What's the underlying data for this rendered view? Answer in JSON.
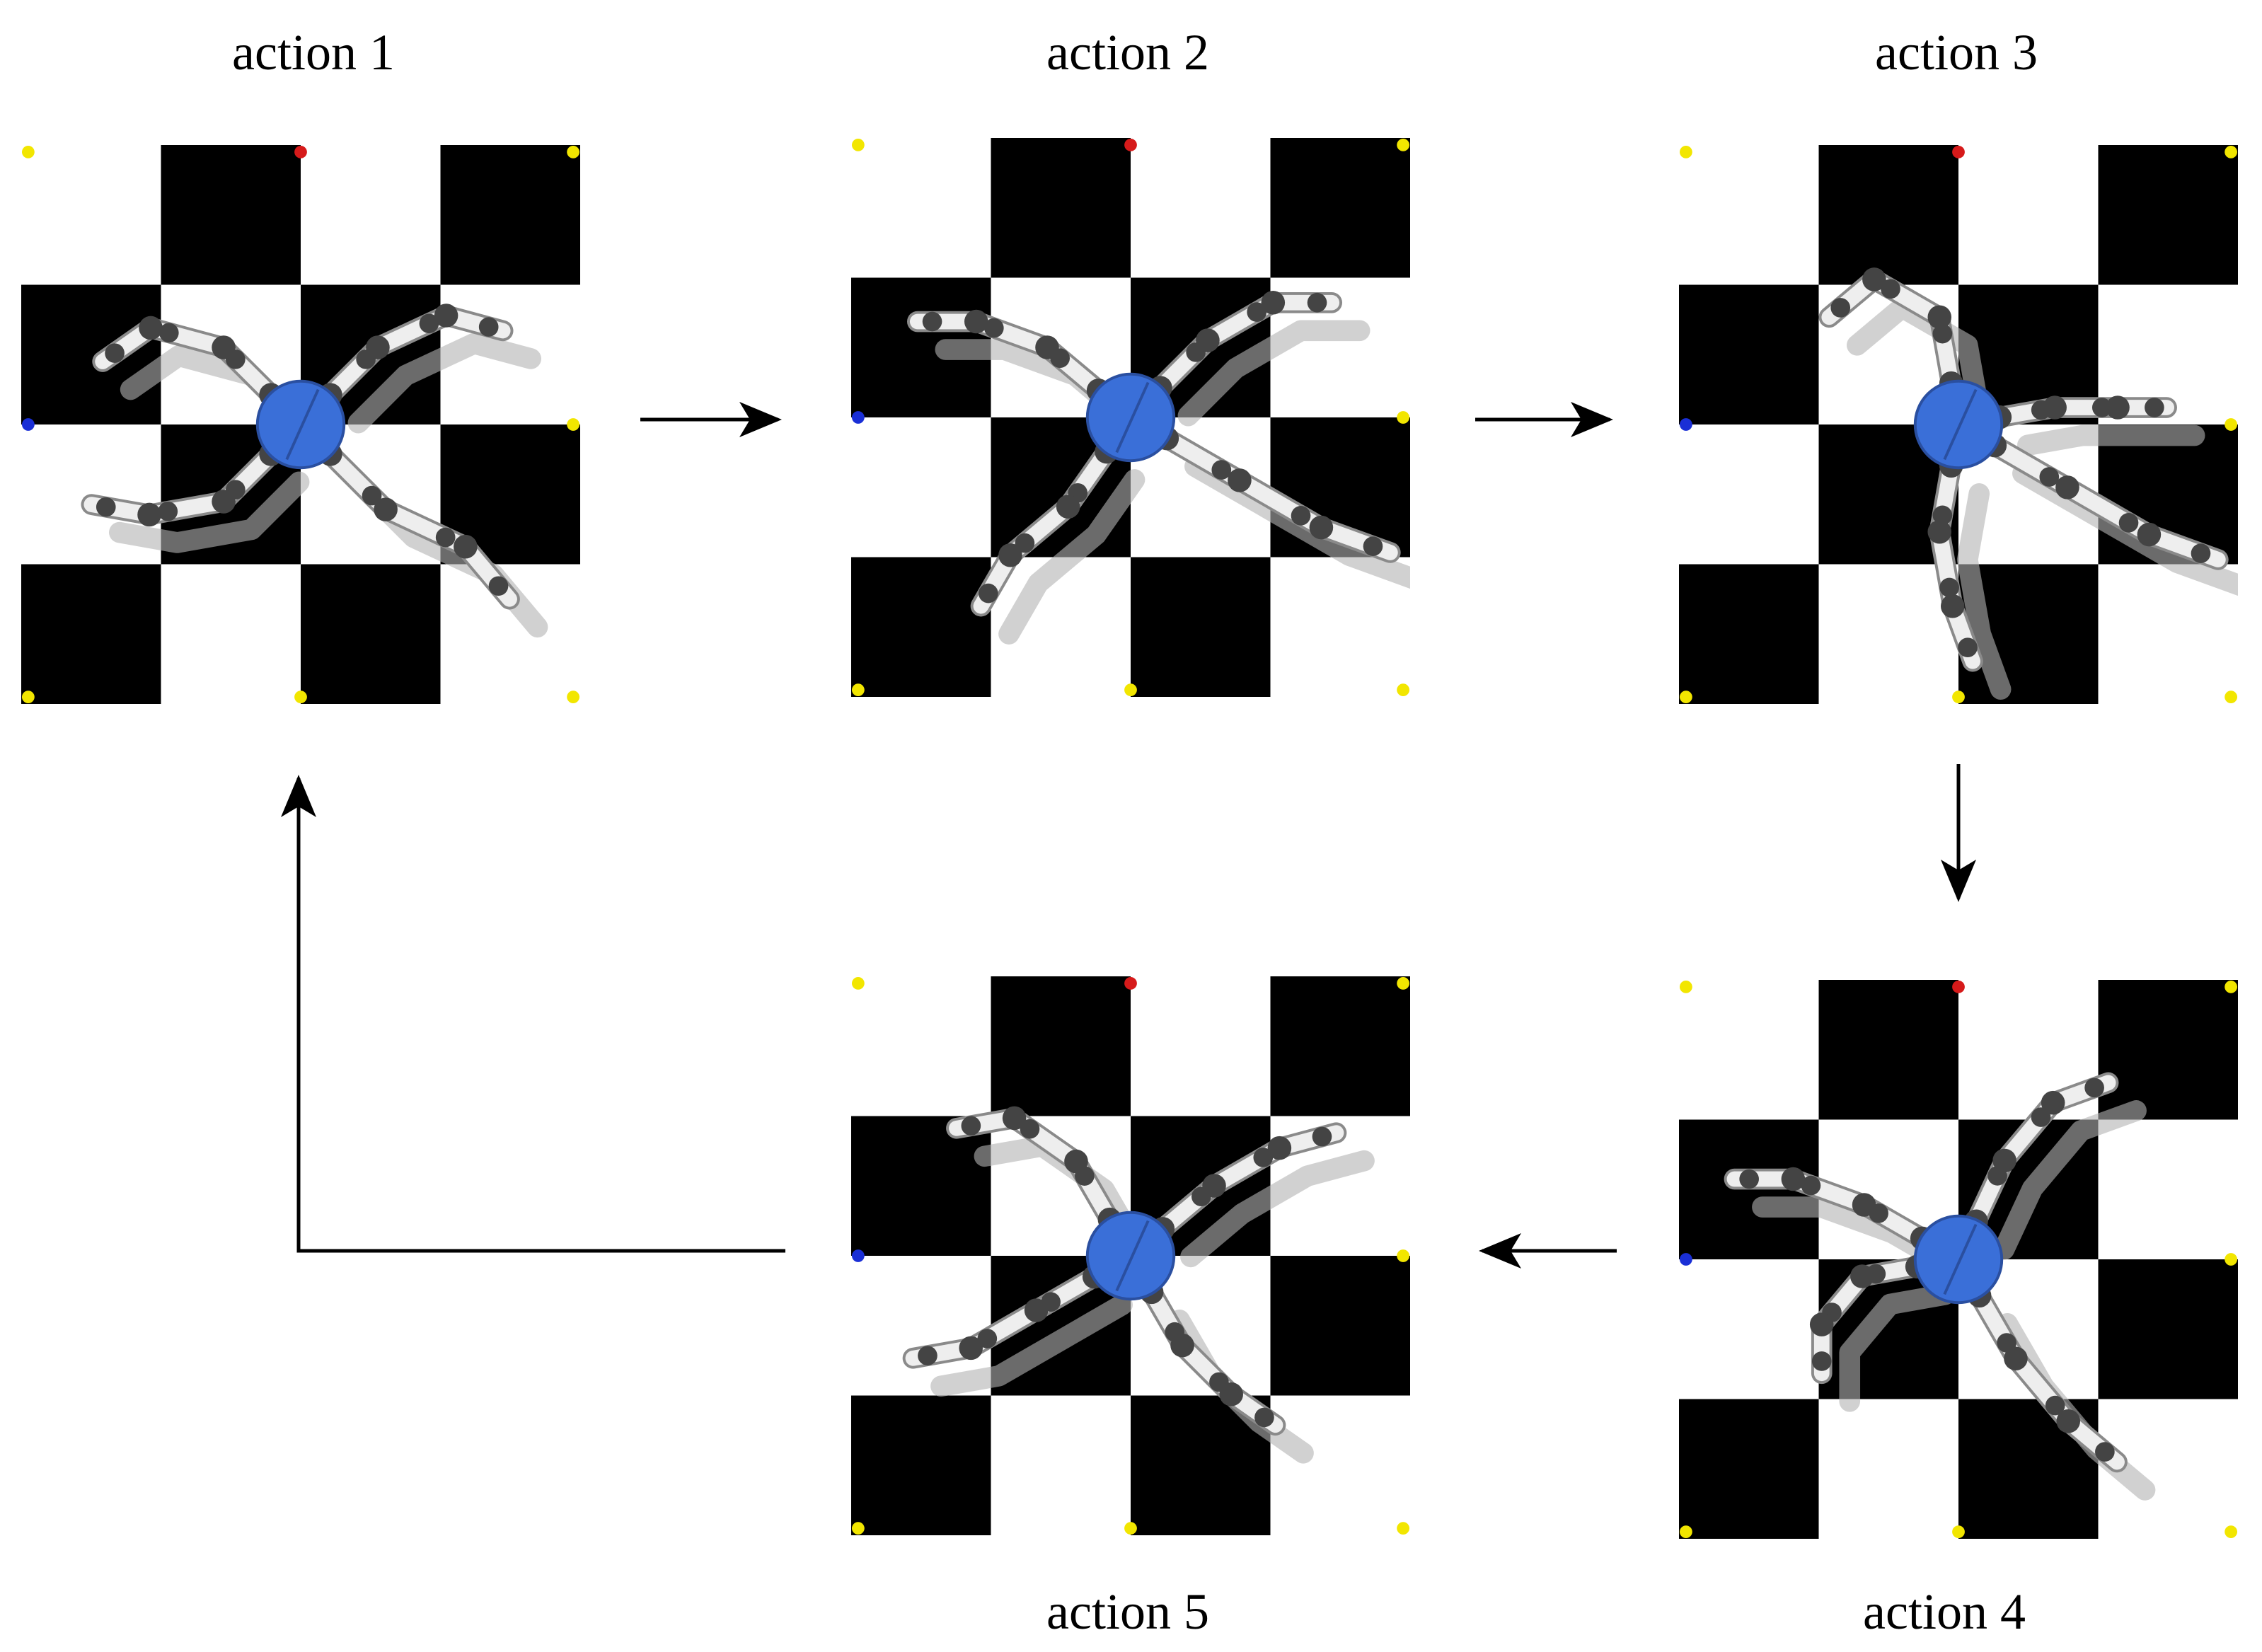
{
  "figure": {
    "panels": [
      {
        "id": "action-1",
        "label": "action 1",
        "pose": [
          [
            -135,
            60,
            -30,
            -50
          ],
          [
            -45,
            60,
            20,
            40
          ],
          [
            45,
            70,
            -20,
            25
          ],
          [
            135,
            60,
            35,
            20
          ]
        ]
      },
      {
        "id": "action-2",
        "label": "action 2",
        "pose": [
          [
            -140,
            60,
            -20,
            -20
          ],
          [
            -45,
            60,
            15,
            30
          ],
          [
            30,
            75,
            0,
            -10
          ],
          [
            125,
            60,
            15,
            -20
          ]
        ]
      },
      {
        "id": "action-3",
        "label": "action 3",
        "pose": [
          [
            -100,
            60,
            -50,
            -70
          ],
          [
            -10,
            50,
            10,
            0
          ],
          [
            30,
            75,
            0,
            -10
          ],
          [
            100,
            60,
            -20,
            -10
          ]
        ]
      },
      {
        "id": "action-4",
        "label": "action 4",
        "pose": [
          [
            -150,
            60,
            -10,
            -20
          ],
          [
            -65,
            60,
            15,
            30
          ],
          [
            60,
            65,
            -10,
            -10
          ],
          [
            170,
            50,
            -40,
            -40
          ]
        ]
      },
      {
        "id": "action-5",
        "label": "action 5",
        "pose": [
          [
            -120,
            60,
            -25,
            -45
          ],
          [
            -40,
            60,
            10,
            15
          ],
          [
            60,
            55,
            -15,
            -10
          ],
          [
            150,
            60,
            0,
            20
          ]
        ]
      }
    ],
    "colors": {
      "board_dark": "#000000",
      "board_light": "#ffffff",
      "body": "#3a6fd8",
      "link": "#eeeeee",
      "joint": "#444444",
      "shadow": "#b3b3b3",
      "marker_yellow": "#f2e600",
      "marker_red": "#d61a1a",
      "marker_blue": "#1a2fd6",
      "arrow": "#000000"
    }
  }
}
